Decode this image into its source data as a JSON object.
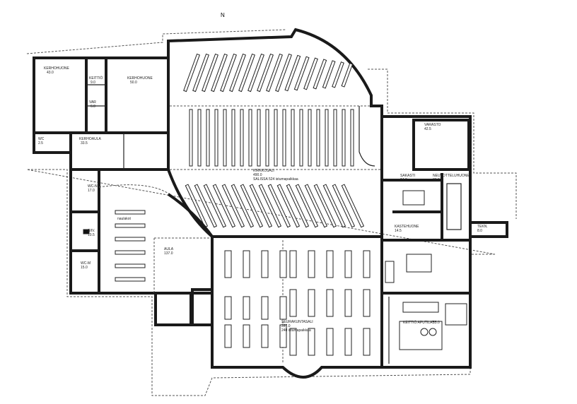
{
  "plan": {
    "north_mark": "N",
    "rooms": [
      {
        "id": "kerhohuone-1",
        "name": "KERHOHUONE",
        "area": "43.0"
      },
      {
        "id": "kerhohuone-2",
        "name": "KERHOHUONE",
        "area": "50.0"
      },
      {
        "id": "keittio-small",
        "name": "KEITTIÖ",
        "area": "9.0"
      },
      {
        "id": "varasto-small",
        "name": "VAR",
        "area": "6.0"
      },
      {
        "id": "wc-1",
        "name": "WC",
        "area": "2.5"
      },
      {
        "id": "kerhoaula",
        "name": "KERHOAULA",
        "area": "33.5"
      },
      {
        "id": "sanctuary",
        "name": "KIRKKOSALI",
        "area": "490.0",
        "note": "SALISSA 524 istumapaikkaa"
      },
      {
        "id": "wc-n",
        "name": "WC-N",
        "area": "17.0"
      },
      {
        "id": "siivous",
        "name": "SIIV.",
        "area": "10.5"
      },
      {
        "id": "wc-m",
        "name": "WC-M",
        "area": "15.0"
      },
      {
        "id": "aula",
        "name": "AULA",
        "area": "137.0"
      },
      {
        "id": "naulakot",
        "name": "naulakot"
      },
      {
        "id": "varasto",
        "name": "VARASTO",
        "area": "42.5"
      },
      {
        "id": "sakasti",
        "name": "SAKASTI",
        "area": "24.0"
      },
      {
        "id": "neuvotteluhuone",
        "name": "NEUVOTTELUHUONE",
        "area": "36.0"
      },
      {
        "id": "kastehuone",
        "name": "KASTEHUONE",
        "area": "14.5"
      },
      {
        "id": "seurakuntasali",
        "name": "SEURAKUNTASALI",
        "area": "287.0",
        "note": "240 istumapaikkaa"
      },
      {
        "id": "keittio",
        "name": "KEITTIÖ APUTILAT",
        "area": "55.0"
      },
      {
        "id": "tekn",
        "name": "TEKN.",
        "area": "8.0"
      }
    ]
  }
}
